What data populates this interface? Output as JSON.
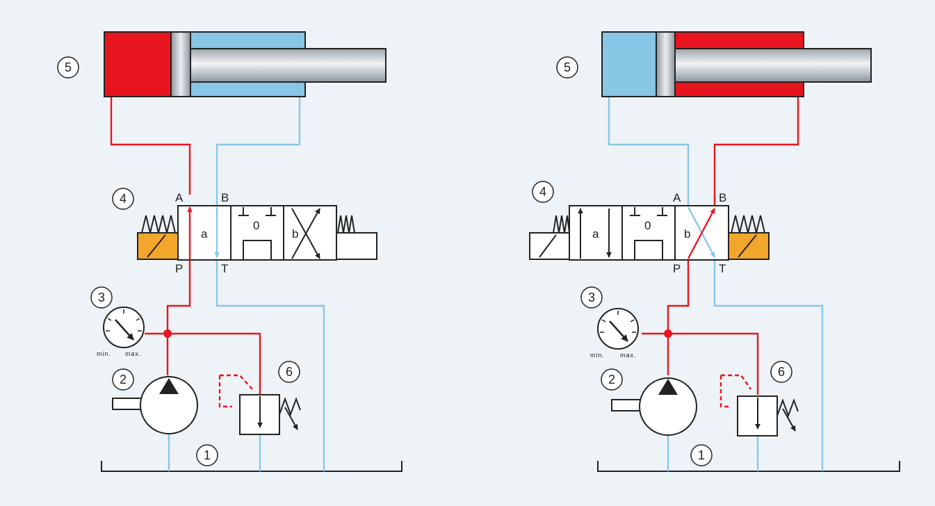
{
  "colors": {
    "background": "#eef3f7",
    "pressure": "#e8151f",
    "return": "#88c6e6",
    "solenoid": "#f2a72c",
    "outline": "#222222"
  },
  "icons": {
    "cylinder": "double-acting-cylinder-icon",
    "valve": "4-3-directional-valve-icon",
    "gauge": "pressure-gauge-icon",
    "pump": "hydraulic-pump-icon",
    "relief": "pressure-relief-valve-icon"
  },
  "circuits": [
    {
      "id": "left",
      "state": "extend",
      "labels": {
        "cylinder": "5",
        "valve": "4",
        "gauge": "3",
        "pump": "2",
        "tank": "1",
        "relief": "6"
      },
      "ports": {
        "a": "A",
        "b": "B",
        "p": "P",
        "t": "T"
      },
      "boxes": {
        "left": "a",
        "center": "0",
        "right": "b"
      },
      "gauge_text": {
        "min": "min.",
        "max": "max."
      }
    },
    {
      "id": "right",
      "state": "retract",
      "labels": {
        "cylinder": "5",
        "valve": "4",
        "gauge": "3",
        "pump": "2",
        "tank": "1",
        "relief": "6"
      },
      "ports": {
        "a": "A",
        "b": "B",
        "p": "P",
        "t": "T"
      },
      "boxes": {
        "left": "a",
        "center": "0",
        "right": "b"
      },
      "gauge_text": {
        "min": "min.",
        "max": "max."
      }
    }
  ]
}
